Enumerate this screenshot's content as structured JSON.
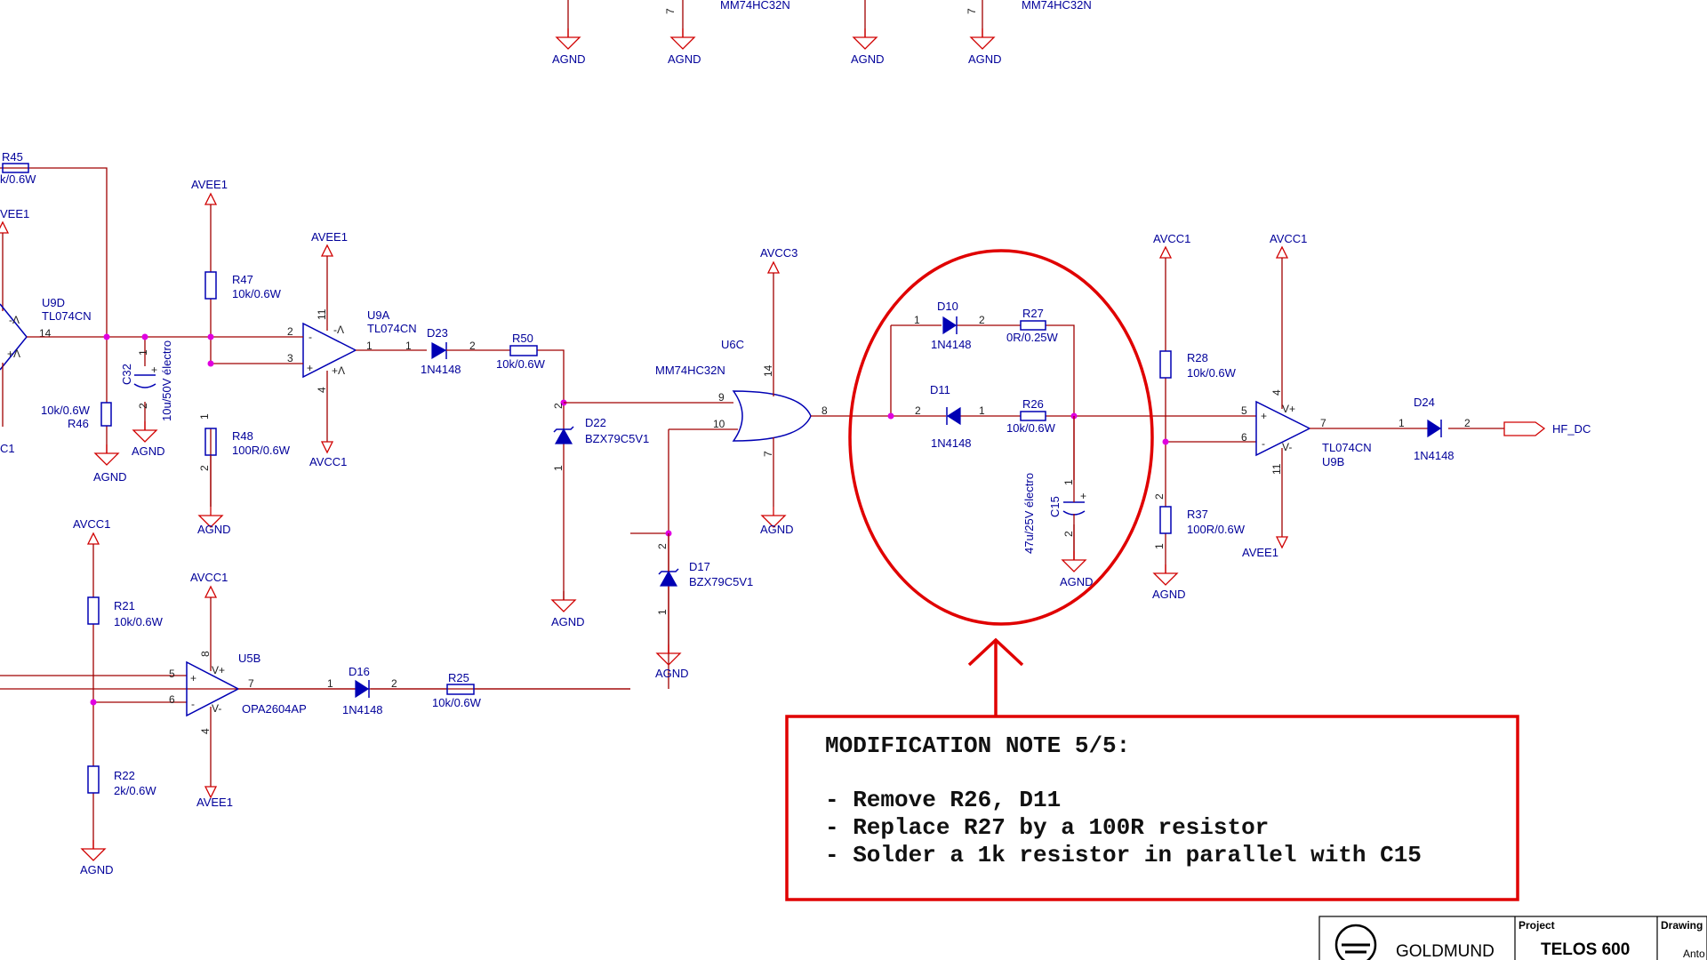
{
  "top_row": {
    "gnd_labels": [
      "AGND",
      "AGND",
      "AGND",
      "AGND"
    ],
    "pin_labels": [
      "7",
      "7"
    ],
    "part_labels": [
      "MM74HC32N",
      "MM74HC32N"
    ]
  },
  "components": {
    "R45": {
      "ref": "R45",
      "value": "k/0.6W"
    },
    "R47": {
      "ref": "R47",
      "value": "10k/0.6W"
    },
    "R48": {
      "ref": "R48",
      "value": "100R/0.6W"
    },
    "R46": {
      "ref": "R46",
      "value": "10k/0.6W"
    },
    "C32": {
      "ref": "C32",
      "value": "10u/50V électro"
    },
    "U9D": {
      "ref": "U9D",
      "value": "TL074CN"
    },
    "U9A": {
      "ref": "U9A",
      "value": "TL074CN"
    },
    "D23": {
      "ref": "D23",
      "value": "1N4148"
    },
    "R50": {
      "ref": "R50",
      "value": "10k/0.6W"
    },
    "D22": {
      "ref": "D22",
      "value": "BZX79C5V1"
    },
    "U6C": {
      "ref": "U6C",
      "value": "MM74HC32N"
    },
    "D17": {
      "ref": "D17",
      "value": "BZX79C5V1"
    },
    "D10": {
      "ref": "D10",
      "value": "1N4148"
    },
    "R27": {
      "ref": "R27",
      "value": "0R/0.25W"
    },
    "D11": {
      "ref": "D11",
      "value": "1N4148"
    },
    "R26": {
      "ref": "R26",
      "value": "10k/0.6W"
    },
    "C15": {
      "ref": "C15",
      "value": "47u/25V électro"
    },
    "R28": {
      "ref": "R28",
      "value": "10k/0.6W"
    },
    "R37": {
      "ref": "R37",
      "value": "100R/0.6W"
    },
    "U9B": {
      "ref": "U9B",
      "value": "TL074CN"
    },
    "D24": {
      "ref": "D24",
      "value": "1N4148"
    },
    "R21": {
      "ref": "R21",
      "value": "10k/0.6W"
    },
    "R22": {
      "ref": "R22",
      "value": "2k/0.6W"
    },
    "U5B": {
      "ref": "U5B",
      "value": "OPA2604AP"
    },
    "D16": {
      "ref": "D16",
      "value": "1N4148"
    },
    "R25": {
      "ref": "R25",
      "value": "10k/0.6W"
    }
  },
  "nets": {
    "avee": "AVEE1",
    "avee_cut": "VEE1",
    "avcc1": "AVCC1",
    "avcc3": "AVCC3",
    "agnd": "AGND",
    "hf_dc": "HF_DC",
    "c1_cut": "C1"
  },
  "pins": {
    "u9d_out": "14",
    "u9a_in_minus": "2",
    "u9a_in_plus": "3",
    "u9a_out": "1",
    "u9a_vcc": "11",
    "u9a_vee": "4",
    "one": "1",
    "two": "2",
    "u6c_a": "9",
    "u6c_b": "10",
    "u6c_y": "8",
    "u6c_vcc": "14",
    "u6c_gnd": "7",
    "u9b_plus": "5",
    "u9b_minus": "6",
    "u9b_out": "7",
    "u9b_vcc": "4",
    "u9b_vee": "11",
    "u5b_plus": "5",
    "u5b_minus": "6",
    "u5b_out": "7",
    "u5b_vcc": "8",
    "u5b_vee": "4"
  },
  "opamp_marks": {
    "minus": "-",
    "plus": "+",
    "vplus": "V+",
    "vminus": "V-",
    "neg_supply": "-Λ",
    "pos_supply": "+Λ"
  },
  "note": {
    "title": "MODIFICATION NOTE 5/5:",
    "lines": [
      "- Remove R26, D11",
      "- Replace R27 by a 100R resistor",
      "- Solder a 1k resistor in parallel with C15"
    ]
  },
  "title_block": {
    "company": "GOLDMUND",
    "project_label": "Project",
    "project_name": "TELOS 600",
    "drawing_label": "Drawing",
    "drawing_value": "Anto"
  },
  "colors": {
    "wire": "#a00000",
    "component": "#0000b4",
    "junction": "#e000e0",
    "annotation": "#e00000"
  }
}
